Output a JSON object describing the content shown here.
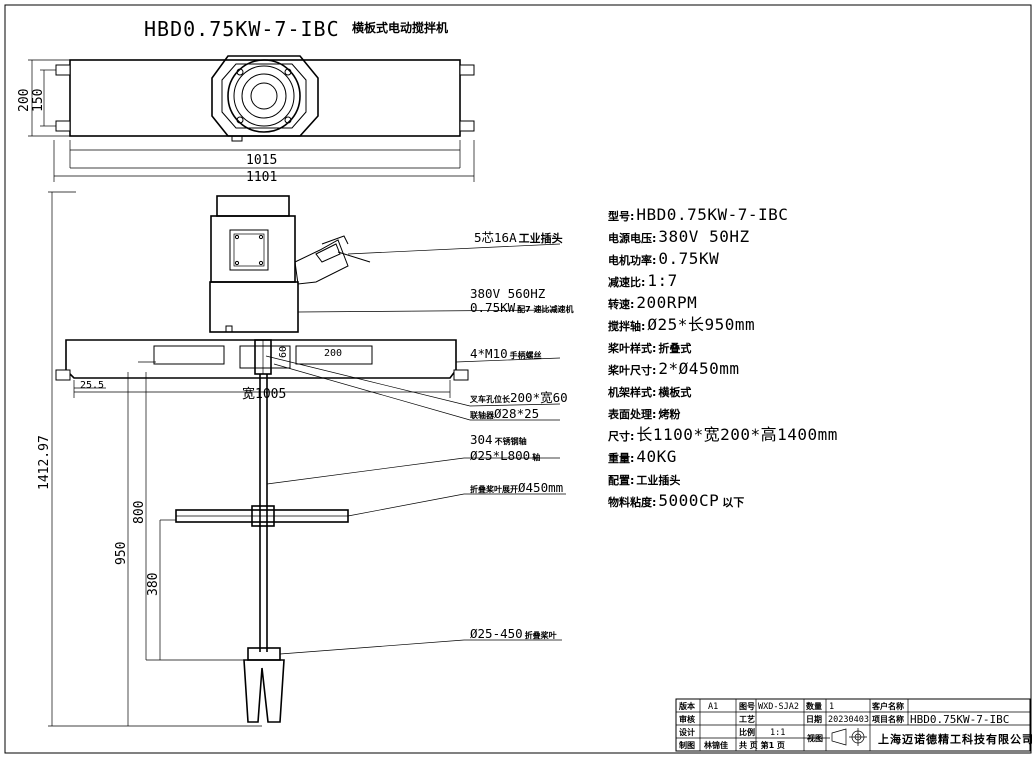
{
  "title": {
    "model": "HBD0.75KW-7-IBC",
    "name": "横板式电动搅拌机"
  },
  "top_view": {
    "dims": {
      "height_outer": "200",
      "height_inner": "150",
      "inner_width": "1015",
      "outer_width": "1101"
    }
  },
  "side_view": {
    "dims": {
      "total_height": "1412.97",
      "d950": "950",
      "d800": "800",
      "d380": "380",
      "d25_5": "25.5",
      "beam_width": "宽1005",
      "slot": "200",
      "slot_h": "60"
    },
    "callouts": [
      {
        "main": "5芯16A",
        "sub": "工业插头"
      },
      {
        "main": "380V  560HZ",
        "sub": ""
      },
      {
        "main": "0.75KW",
        "sub": "配7 速比减速机"
      },
      {
        "main": "4*M10",
        "sub": "手柄螺丝"
      },
      {
        "pre": "叉车孔位长",
        "main": "200*宽60"
      },
      {
        "pre": "联轴器",
        "main": "Ø28*25"
      },
      {
        "main": "304",
        "sub": "不锈钢轴"
      },
      {
        "main": "Ø25*L800",
        "sub": "轴"
      },
      {
        "pre": "折叠桨叶展开",
        "main": "Ø450mm"
      },
      {
        "main": "Ø25-450",
        "sub": "折叠桨叶"
      }
    ]
  },
  "specs": [
    {
      "key": "型号:",
      "value": "HBD0.75KW-7-IBC"
    },
    {
      "key": "电源电压:",
      "value": "380V  50HZ"
    },
    {
      "key": "电机功率:",
      "value": "0.75KW"
    },
    {
      "key": "减速比:",
      "value": "1:7"
    },
    {
      "key": "转速:",
      "value": "200RPM"
    },
    {
      "key": "搅拌轴:",
      "value": "Ø25*长950mm"
    },
    {
      "key": "桨叶样式:",
      "value": "折叠式",
      "small": true
    },
    {
      "key": "桨叶尺寸:",
      "value": "2*Ø450mm"
    },
    {
      "key": "机架样式:",
      "value": "横板式",
      "small": true
    },
    {
      "key": "表面处理:",
      "value": "烤粉",
      "small": true
    },
    {
      "key": "尺寸:",
      "value": "长1100*宽200*高1400mm"
    },
    {
      "key": "重量:",
      "value": "40KG"
    },
    {
      "key": "配置:",
      "value": "工业插头",
      "small": true
    },
    {
      "key": "物料粘度:",
      "value": "5000CP",
      "suffix": "以下"
    }
  ],
  "title_block": {
    "version_label": "版本",
    "version": "A1",
    "drawing_no_label": "图号",
    "drawing_no": "WXD-SJA2",
    "qty_label": "数量",
    "qty": "1",
    "customer_label": "客户名称",
    "customer": "",
    "review_label": "审核",
    "process_label": "工艺",
    "date_label": "日期",
    "date": "20230403",
    "project_label": "项目名称",
    "project": "HBD0.75KW-7-IBC",
    "design_label": "设计",
    "scale_label": "比例",
    "scale": "1:1",
    "view_label": "视图",
    "draw_label": "制图",
    "drafter": "林锦佳",
    "pages": "共  页  第1 页",
    "company": "上海迈诺德精工科技有限公司"
  }
}
